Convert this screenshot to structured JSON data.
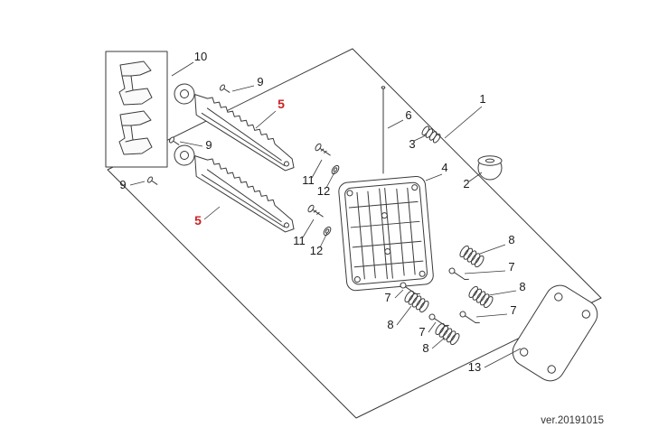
{
  "diagram": {
    "version": "ver.20191015",
    "colors": {
      "line": "#3a3a3a",
      "highlight": "#cc2222",
      "text": "#1a1a1a",
      "background": "#ffffff"
    },
    "callouts": [
      {
        "id": "box-pads",
        "label": "10"
      },
      {
        "id": "screw-top",
        "label": "9"
      },
      {
        "id": "lever-upper",
        "label": "5",
        "highlight": true
      },
      {
        "id": "assembly",
        "label": "1"
      },
      {
        "id": "pushrod",
        "label": "6"
      },
      {
        "id": "spring-small",
        "label": "3"
      },
      {
        "id": "screw-mid",
        "label": "9"
      },
      {
        "id": "cap",
        "label": "2"
      },
      {
        "id": "guide-plate",
        "label": "4"
      },
      {
        "id": "screw-left",
        "label": "9"
      },
      {
        "id": "bolt-upper",
        "label": "11"
      },
      {
        "id": "washer-upper",
        "label": "12"
      },
      {
        "id": "lever-lower",
        "label": "5",
        "highlight": true
      },
      {
        "id": "bolt-lower",
        "label": "11"
      },
      {
        "id": "washer-lower",
        "label": "12"
      },
      {
        "id": "spring-1",
        "label": "8"
      },
      {
        "id": "pin-1",
        "label": "7"
      },
      {
        "id": "spring-2",
        "label": "8"
      },
      {
        "id": "pin-2",
        "label": "7"
      },
      {
        "id": "pin-3",
        "label": "7"
      },
      {
        "id": "spring-3",
        "label": "8"
      },
      {
        "id": "pin-4",
        "label": "7"
      },
      {
        "id": "spring-4",
        "label": "8"
      },
      {
        "id": "cover-plate",
        "label": "13"
      }
    ]
  }
}
